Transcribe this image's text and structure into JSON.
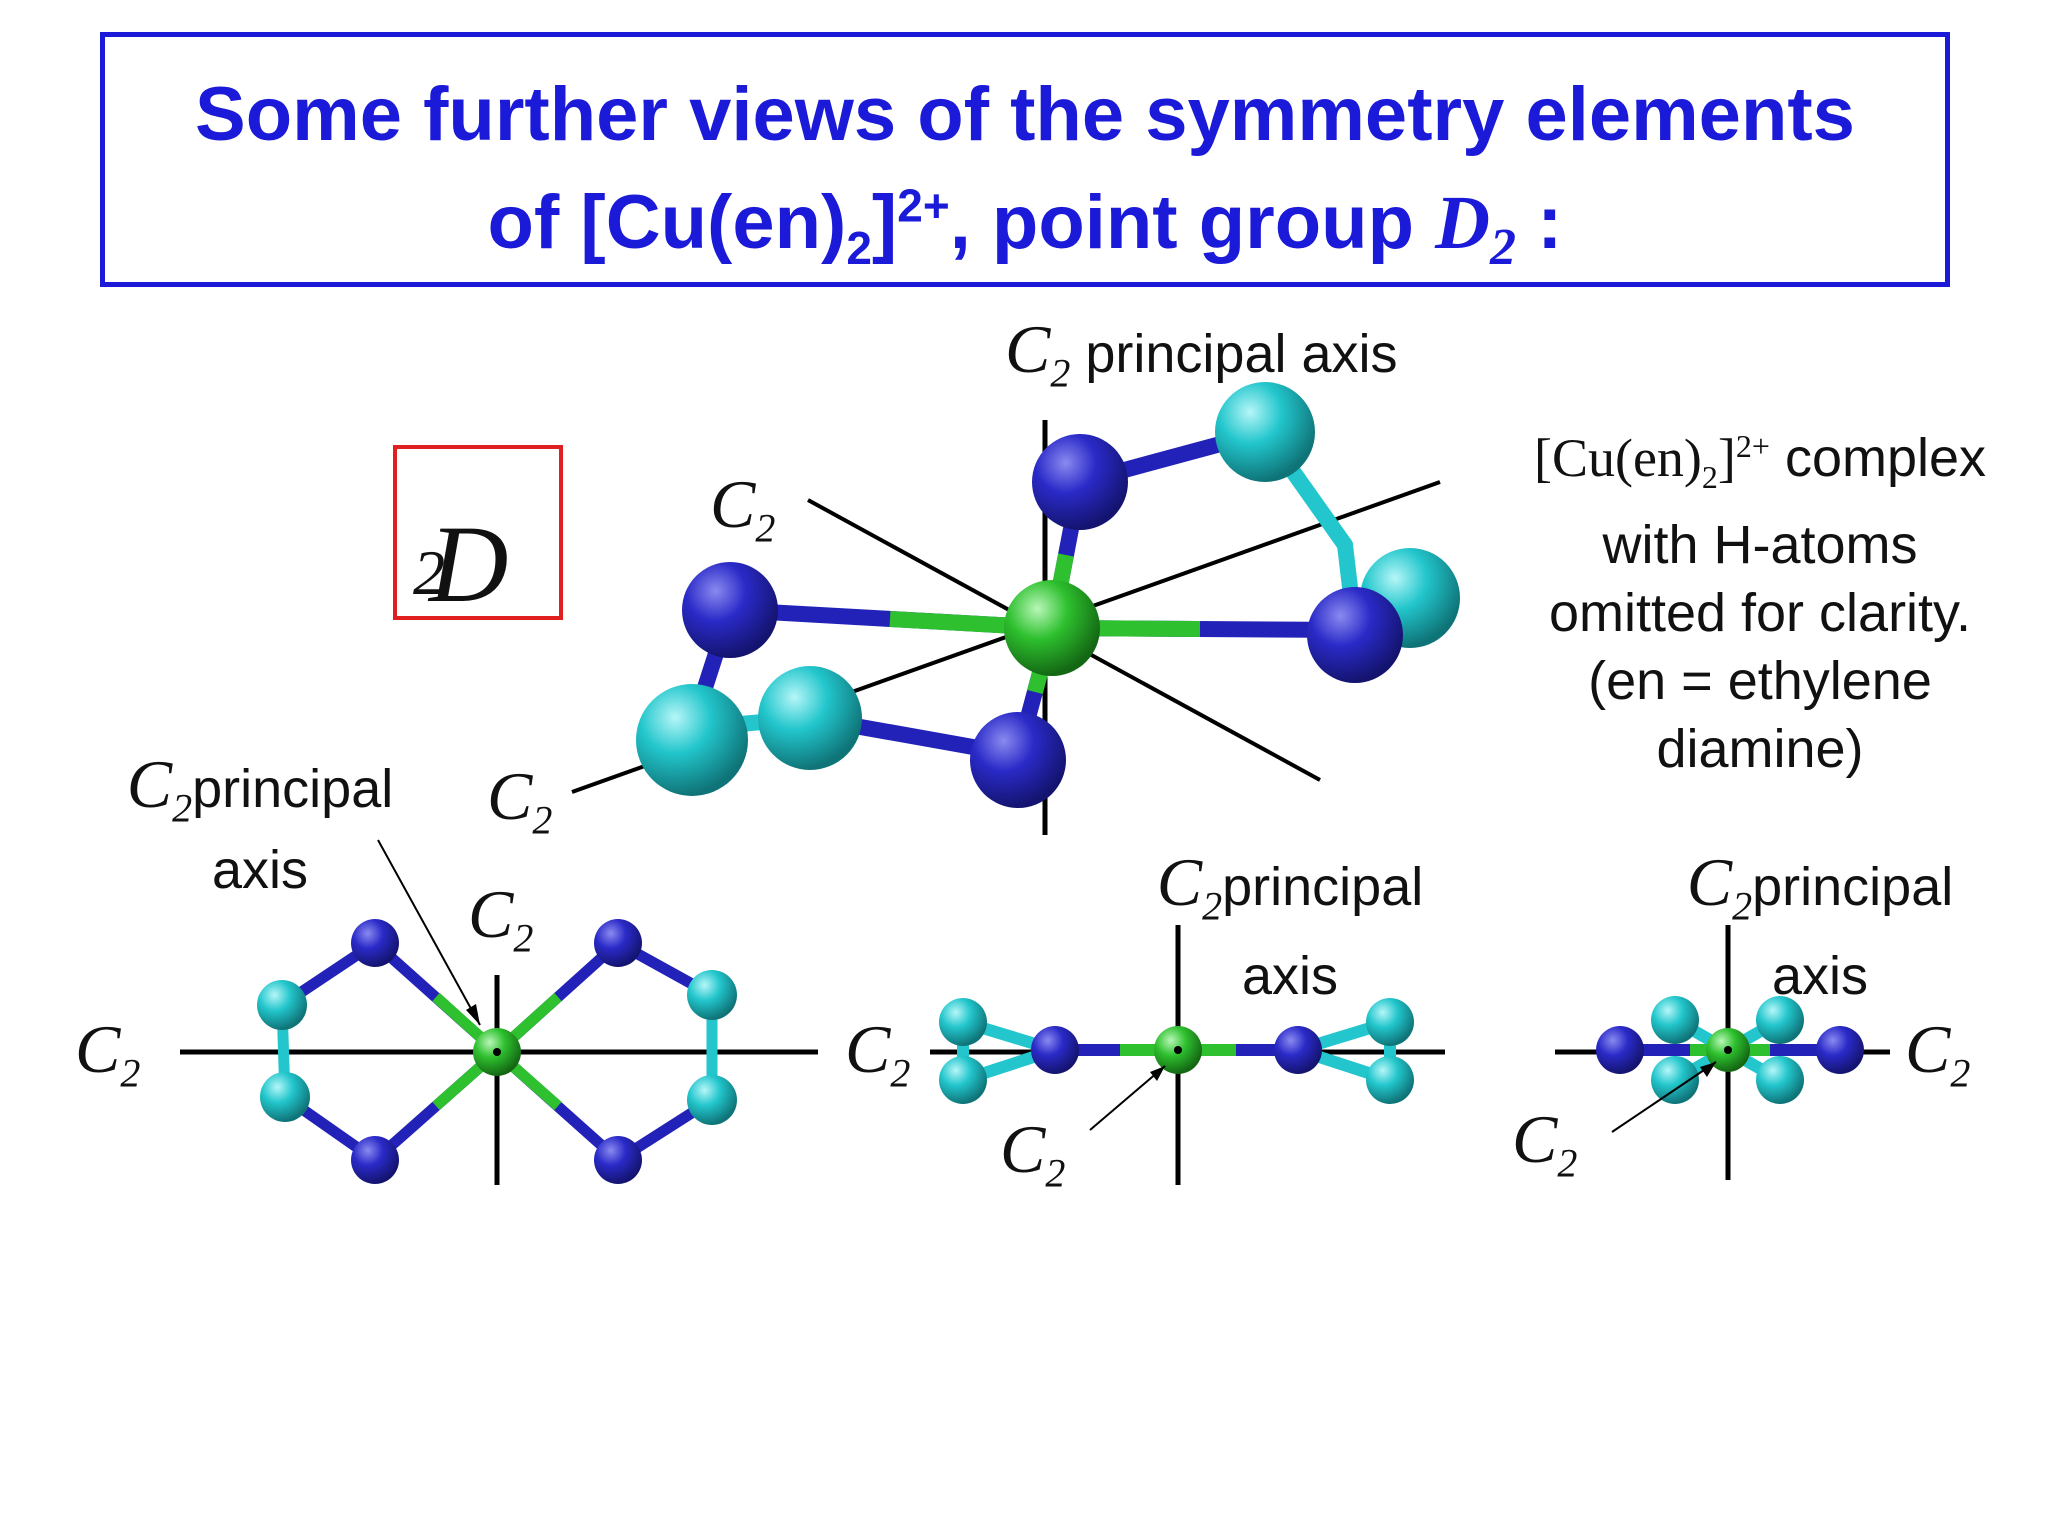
{
  "title": {
    "line1": "Some further views of the symmetry elements",
    "line2_prefix": "of [Cu(en)",
    "line2_sub": "2",
    "line2_close": "]",
    "line2_sup": "2+",
    "line2_mid": ", point group ",
    "point_group_letter": "D",
    "point_group_sub": "2",
    "line2_suffix": " :"
  },
  "badge": {
    "letter": "D",
    "sub": "2"
  },
  "axis_symbol": {
    "letter": "C",
    "sub": "2"
  },
  "labels": {
    "principal_axis": "principal axis",
    "principal": "principal",
    "axis": "axis"
  },
  "description": {
    "formula_prefix": "[Cu(en)",
    "formula_sub": "2",
    "formula_close": "]",
    "formula_sup": "2+",
    "line1_suffix": " complex",
    "line2": "with H-atoms",
    "line3": "omitted for clarity.",
    "line4": "(en = ethylene",
    "line5": "diamine)"
  },
  "colors": {
    "title": "#1a1ad8",
    "badge_border": "#e02020",
    "copper": "#2ec02e",
    "nitrogen": "#2222b8",
    "carbon": "#22c6cc",
    "axis_line": "#000000"
  }
}
